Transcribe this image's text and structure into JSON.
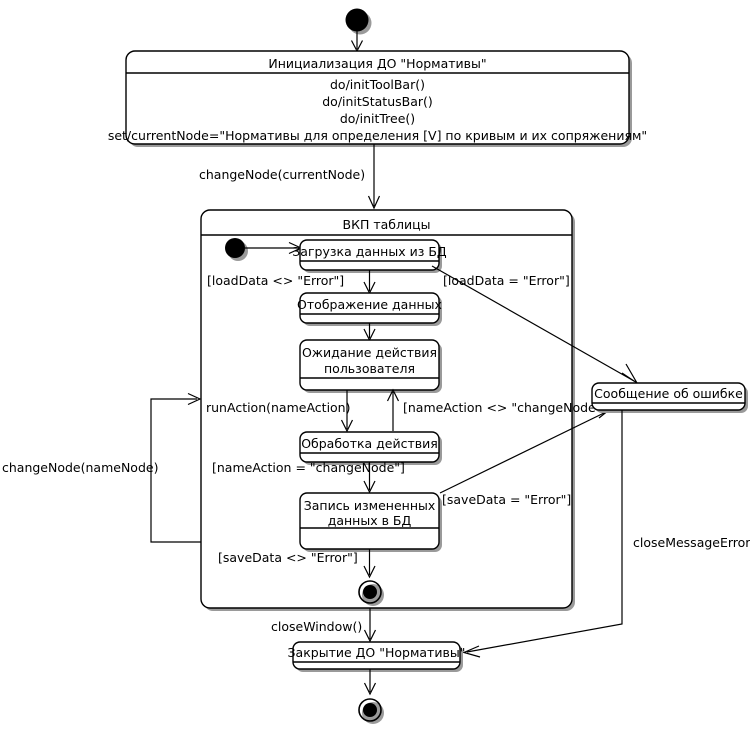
{
  "diagram": {
    "kind": "uml-state-machine",
    "language": "ru",
    "background": "#ffffff",
    "line_color": "#000000",
    "shadow_color": "#9a9a9a"
  },
  "states": {
    "init_start": {
      "label": "",
      "kind": "initial-pseudostate"
    },
    "initialization": {
      "name": "Инициализация ДО \"Нормативы\"",
      "activities": [
        "do/initToolBar()",
        "do/initStatusBar()",
        "do/initTree()",
        "set/currentNode=\"Нормативы для определения [V] по кривым и их сопряжениям\""
      ]
    },
    "composite": {
      "name": "ВКП таблицы"
    },
    "load_data": {
      "name": "Загрузка данных из БД"
    },
    "show_data": {
      "name": "Отображение данных"
    },
    "wait_action": {
      "name_line1": "Ожидание действия",
      "name_line2": "пользователя"
    },
    "process_action": {
      "name": "Обработка действия"
    },
    "save_data": {
      "name_line1": "Запись измененных",
      "name_line2": "данных в БД"
    },
    "error_message": {
      "name": "Сообщение об ошибке"
    },
    "closing": {
      "name": "Закрытие ДО \"Нормативы\""
    },
    "inner_final": {
      "label": "",
      "kind": "final-state"
    },
    "outer_final": {
      "label": "",
      "kind": "final-state"
    }
  },
  "transitions": {
    "start_to_init": {
      "label": ""
    },
    "init_to_composite": {
      "label": "changeNode(currentNode)"
    },
    "start_to_load": {
      "label": ""
    },
    "load_to_show": {
      "label": "[loadData <> \"Error\"]"
    },
    "load_to_error": {
      "label": "[loadData = \"Error\"]"
    },
    "show_to_wait": {
      "label": ""
    },
    "wait_to_process": {
      "label": "runAction(nameAction)"
    },
    "process_to_wait": {
      "label": "[nameAction <> \"changeNode\"]"
    },
    "process_to_save": {
      "label": "[nameAction = \"changeNode\"]"
    },
    "save_to_error": {
      "label": "[saveData = \"Error\"]"
    },
    "save_to_final": {
      "label": "[saveData <> \"Error\"]"
    },
    "composite_self_loop": {
      "label": "changeNode(nameNode)"
    },
    "composite_to_closing": {
      "label": "closeWindow()"
    },
    "error_to_closing": {
      "label": "closeMessageError()"
    },
    "closing_to_final": {
      "label": ""
    }
  }
}
